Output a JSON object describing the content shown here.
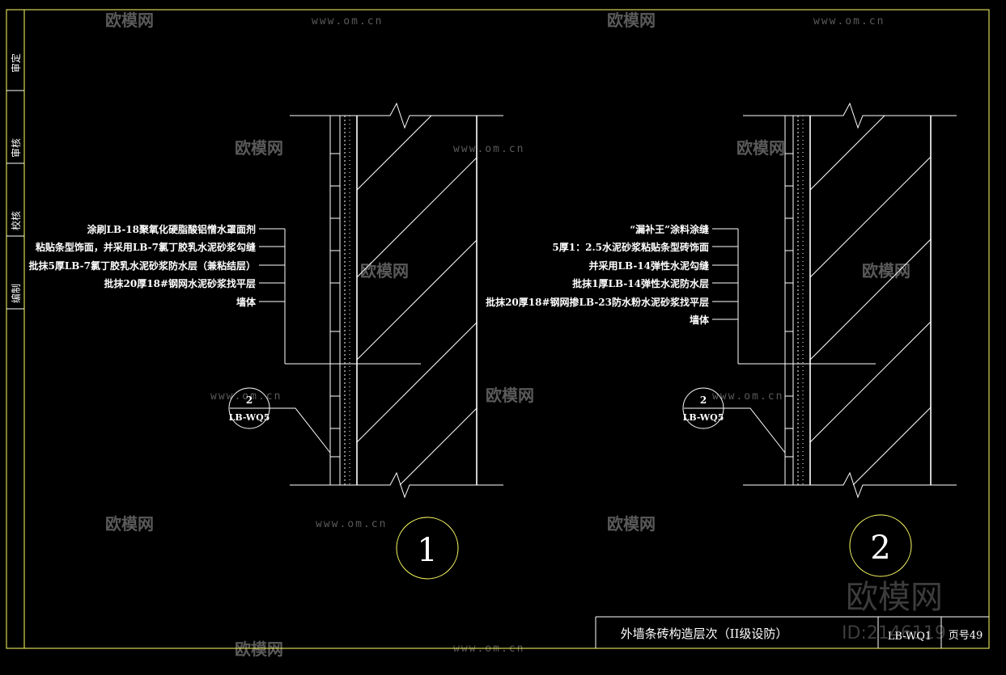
{
  "sidebar": {
    "labels": [
      "审定",
      "审核",
      "校核",
      "编制"
    ]
  },
  "detail1": {
    "number": "1",
    "callout_top": "2",
    "callout_bottom": "LB-WQ5",
    "labels": [
      "涂刷LB-18聚氧化硬脂酸铝憎水罩面剂",
      "粘贴条型饰面，并采用LB-7氯丁胶乳水泥砂浆勾缝",
      "批抹5厚LB-7氯丁胶乳水泥砂浆防水层（兼粘结层）",
      "批抹20厚18#钢网水泥砂浆找平层",
      "墙体"
    ]
  },
  "detail2": {
    "number": "2",
    "callout_top": "2",
    "callout_bottom": "LB-WQ5",
    "labels": [
      "“漏补王”涂料涂缝",
      "5厚1：2.5水泥砂浆粘贴条型砖饰面",
      "并采用LB-14弹性水泥勾缝",
      "批抹1厚LB-14弹性水泥防水层",
      "批抹20厚18#钢网掺LB-23防水粉水泥砂浆找平层",
      "墙体"
    ]
  },
  "title_block": {
    "title": "外墙条砖构造层次（II级设防）",
    "code": "LB-WQ1",
    "page": "页号49"
  },
  "watermark": {
    "brand": "欧模网",
    "url": "www.om.cn",
    "id": "ID:2146119"
  },
  "colors": {
    "frame": "#ffff66",
    "lines": "#ffffff"
  }
}
